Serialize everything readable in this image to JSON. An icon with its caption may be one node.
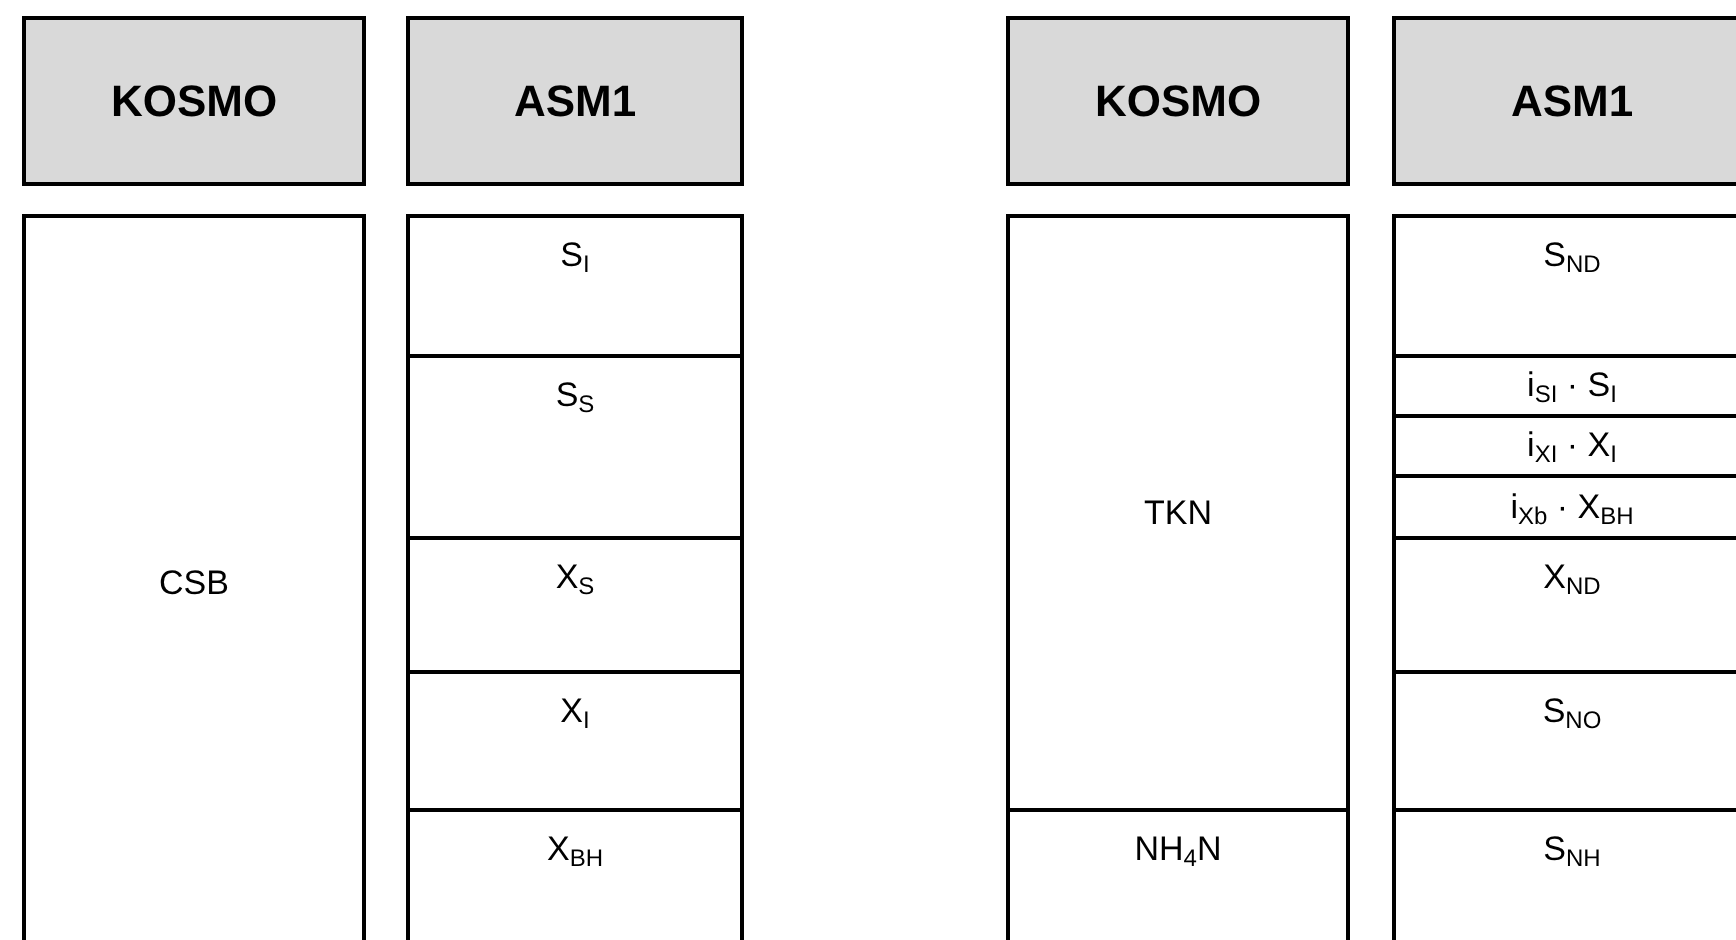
{
  "diagram": {
    "nodes": [
      {
        "text": [
          "KOSMO"
        ]
      },
      {
        "text": [
          "ASM1"
        ]
      },
      {
        "text": [
          "KOSMO"
        ]
      },
      {
        "text": [
          "ASM1"
        ]
      },
      {
        "text": [
          "CSB"
        ]
      },
      {
        "text": [
          "S$_{I}$"
        ]
      },
      {
        "text": [
          "S$_{S}$"
        ]
      },
      {
        "text": [
          "X$_{S}$"
        ]
      },
      {
        "text": [
          "X$_{I}$"
        ]
      },
      {
        "text": [
          "X$_{BH}$"
        ]
      },
      {
        "text": [
          "TKN"
        ]
      },
      {
        "text": [
          "S$_{ND}$"
        ]
      },
      {
        "text": [
          "i$_{SI}$ · S$_{I}$"
        ]
      },
      {
        "text": [
          "i$_{XI}$ · X$_{I}$"
        ]
      },
      {
        "text": [
          "i$_{Xb}$ · X$_{BH}$"
        ]
      },
      {
        "text": [
          "X$_{ND}$"
        ]
      },
      {
        "text": [
          "S$_{NO}$"
        ]
      },
      {
        "text": [
          "NH$_{4}$N"
        ]
      },
      {
        "text": [
          "S$_{NH}$"
        ]
      }
    ]
  }
}
